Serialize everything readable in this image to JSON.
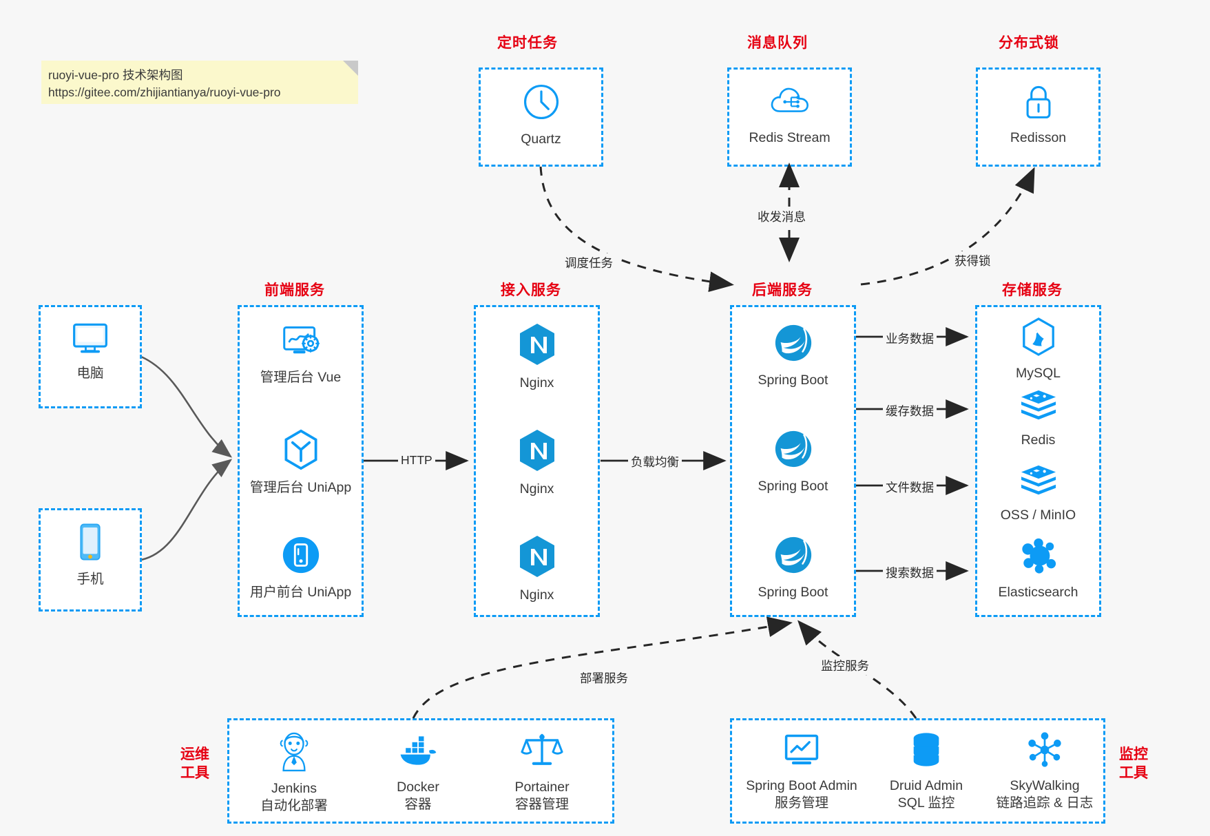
{
  "note": {
    "line1": "ruoyi-vue-pro 技术架构图",
    "line2": "https://gitee.com/zhijiantianya/ruoyi-vue-pro"
  },
  "groups": {
    "scheduler": {
      "title": "定时任务"
    },
    "mq": {
      "title": "消息队列"
    },
    "lock": {
      "title": "分布式锁"
    },
    "frontend": {
      "title": "前端服务"
    },
    "gateway": {
      "title": "接入服务"
    },
    "backend": {
      "title": "后端服务"
    },
    "storage": {
      "title": "存储服务"
    },
    "devops": {
      "title": "运维\n工具",
      "line1": "运维",
      "line2": "工具"
    },
    "monitor": {
      "title": "监控\n工具",
      "line1": "监控",
      "line2": "工具"
    }
  },
  "clients": [
    {
      "label": "电脑",
      "icon": "desktop-computer-icon"
    },
    {
      "label": "手机",
      "icon": "mobile-phone-icon"
    }
  ],
  "scheduler_nodes": [
    {
      "label": "Quartz",
      "icon": "clock-icon"
    }
  ],
  "mq_nodes": [
    {
      "label": "Redis Stream",
      "icon": "cloud-stream-icon"
    }
  ],
  "lock_nodes": [
    {
      "label": "Redisson",
      "icon": "padlock-icon"
    }
  ],
  "frontend_nodes": [
    {
      "label": "管理后台 Vue",
      "icon": "monitor-gear-icon"
    },
    {
      "label": "管理后台 UniApp",
      "icon": "hexagon-cube-icon"
    },
    {
      "label": "用户前台 UniApp",
      "icon": "mobile-circle-icon"
    }
  ],
  "gateway_nodes": [
    {
      "label": "Nginx",
      "icon": "nginx-icon"
    },
    {
      "label": "Nginx",
      "icon": "nginx-icon"
    },
    {
      "label": "Nginx",
      "icon": "nginx-icon"
    }
  ],
  "backend_nodes": [
    {
      "label": "Spring Boot",
      "icon": "spring-boot-icon"
    },
    {
      "label": "Spring Boot",
      "icon": "spring-boot-icon"
    },
    {
      "label": "Spring Boot",
      "icon": "spring-boot-icon"
    }
  ],
  "storage_nodes": [
    {
      "label": "MySQL",
      "icon": "mysql-icon"
    },
    {
      "label": "Redis",
      "icon": "redis-icon"
    },
    {
      "label": "OSS / MinIO",
      "icon": "oss-minio-icon"
    },
    {
      "label": "Elasticsearch",
      "icon": "elasticsearch-icon"
    }
  ],
  "devops_nodes": [
    {
      "label": "Jenkins",
      "sub": "自动化部署",
      "icon": "jenkins-icon"
    },
    {
      "label": "Docker",
      "sub": "容器",
      "icon": "docker-icon"
    },
    {
      "label": "Portainer",
      "sub": "容器管理",
      "icon": "portainer-scales-icon"
    }
  ],
  "monitor_nodes": [
    {
      "label": "Spring Boot Admin",
      "sub": "服务管理",
      "icon": "monitor-chart-icon"
    },
    {
      "label": "Druid Admin",
      "sub": "SQL 监控",
      "icon": "database-icon"
    },
    {
      "label": "SkyWalking",
      "sub": "链路追踪 & 日志",
      "icon": "skywalking-icon"
    }
  ],
  "edges": {
    "http": "HTTP",
    "load_balance": "负载均衡",
    "schedule_task": "调度任务",
    "send_receive_message": "收发消息",
    "acquire_lock": "获得锁",
    "business_data": "业务数据",
    "cache_data": "缓存数据",
    "file_data": "文件数据",
    "search_data": "搜索数据",
    "deploy_service": "部署服务",
    "monitor_service": "监控服务"
  },
  "colors": {
    "accent_blue": "#0d9bf5",
    "title_red": "#e60012",
    "page_bg": "#f7f7f7",
    "note_bg": "#fbf8cc",
    "wire_gray": "#595959",
    "wire_black": "#262626"
  }
}
